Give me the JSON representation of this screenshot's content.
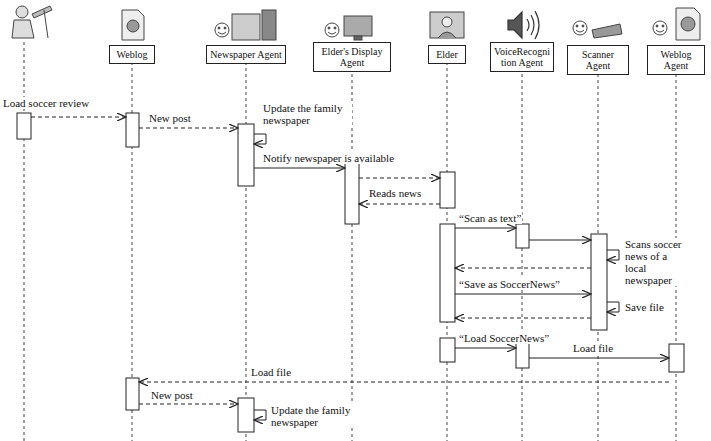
{
  "diagram": {
    "nodes": [
      {
        "text": [
          "Weblog"
        ]
      },
      {
        "text": [
          "Newspaper Agent"
        ]
      },
      {
        "text": [
          "Elder's Display Agent"
        ]
      },
      {
        "text": [
          "Elder"
        ]
      },
      {
        "text": [
          "VoiceRecognition Agent"
        ]
      },
      {
        "text": [
          "Scanner Agent"
        ]
      },
      {
        "text": [
          "Weblog Agent"
        ]
      }
    ],
    "labels": [
      "Load soccer review",
      "New post",
      "Update the family newspaper",
      "Notify newspaper is available",
      "Reads news",
      "“Scan as text”",
      "Scans soccer news of a local newspaper",
      "“Save as SoccerNews”",
      "Save file",
      "“Load SoccerNews”",
      "Load file",
      "Load file",
      "New post",
      "Update the family newspaper"
    ]
  }
}
